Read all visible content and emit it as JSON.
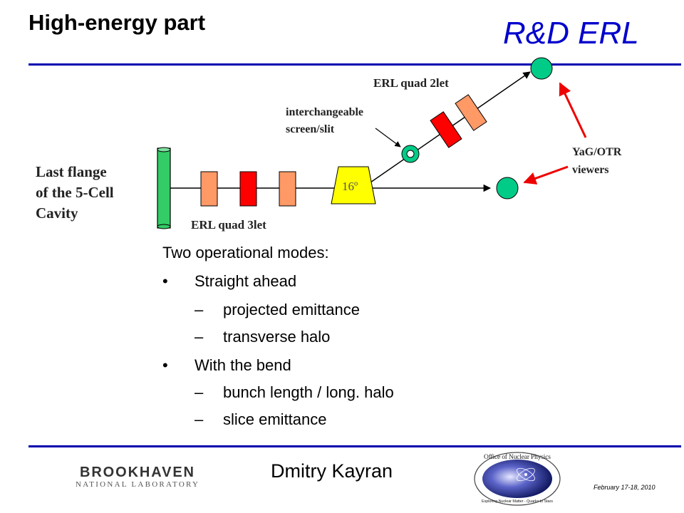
{
  "slide": {
    "title": "High-energy part",
    "brand": "R&D ERL",
    "author": "Dmitry Kayran",
    "date": "February 17-18, 2010"
  },
  "diagram": {
    "last_flange_label_lines": [
      "Last flange",
      "of the 5-Cell",
      "Cavity"
    ],
    "quad_3let_label": "ERL quad 3let",
    "quad_2let_label": "ERL quad 2let",
    "screen_slit_label_lines": [
      "interchangeable",
      "screen/slit"
    ],
    "bend_angle_label": "16º",
    "viewers_label_lines": [
      "YaG/OTR",
      "viewers"
    ],
    "colors": {
      "cavity": "#33cc66",
      "quad_light": "#ff9966",
      "quad_red": "#ff0000",
      "dipole": "#ffff00",
      "viewer": "#00cc88",
      "arrow": "#ee0000",
      "rule": "#0000b0"
    }
  },
  "content": {
    "intro": "Two operational modes:",
    "modes": [
      {
        "bullet": "•",
        "label": "Straight ahead",
        "sub": [
          {
            "dash": "–",
            "text": "projected emittance"
          },
          {
            "dash": "–",
            "text": "transverse halo"
          }
        ]
      },
      {
        "bullet": "•",
        "label": "With the bend",
        "sub": [
          {
            "dash": "–",
            "text": "bunch length / long. halo"
          },
          {
            "dash": "–",
            "text": "slice emittance"
          }
        ]
      }
    ]
  },
  "logos": {
    "bnl_lines": [
      "BROOKHAVEN",
      "NATIONAL LABORATORY"
    ],
    "onp_title": "Office of Nuclear Physics",
    "onp_tagline": "Exploring Nuclear Matter - Quarks to Stars"
  }
}
